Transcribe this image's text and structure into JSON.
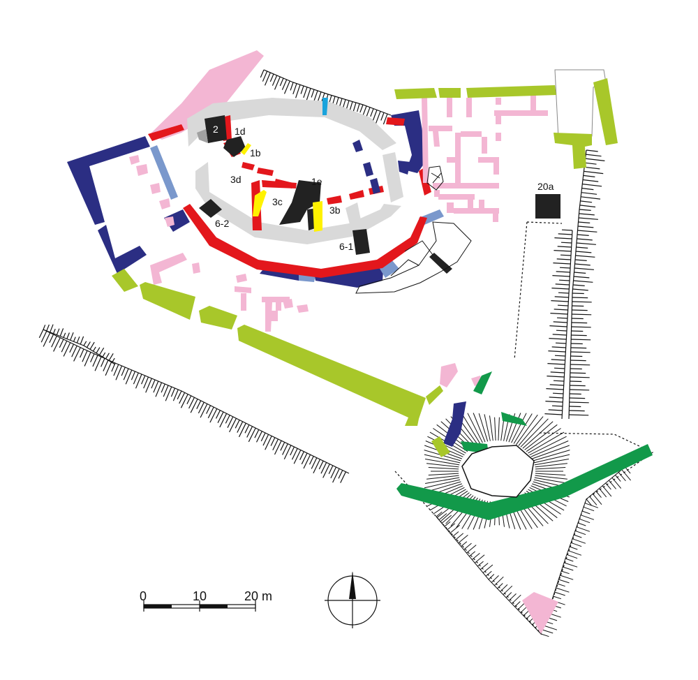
{
  "colors": {
    "navy": "#2b2e83",
    "red": "#e3171c",
    "pink": "#f3b6d3",
    "lime": "#a8c72a",
    "green": "#12994a",
    "grey": "#d9d9d9",
    "steel": "#7a98cc",
    "yellow": "#fff200",
    "cyan": "#1aa3dc",
    "black": "#222222"
  },
  "labels": {
    "l2": "2",
    "l1d": "1d",
    "l1b": "1b",
    "l3d": "3d",
    "l1e": "1e",
    "l3c": "3c",
    "l3b": "3b",
    "l6_2": "6-2",
    "l6_1": "6-1",
    "l20a": "20a"
  },
  "scale": {
    "t0": "0",
    "t10": "10",
    "t20": "20 m"
  },
  "north_arrow": "north-arrow-icon"
}
